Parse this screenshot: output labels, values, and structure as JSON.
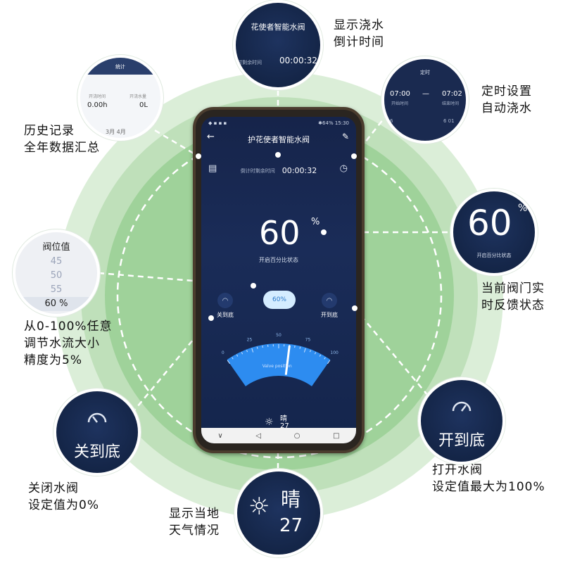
{
  "callouts": {
    "countdown": [
      "显示浇水",
      "倒计时间"
    ],
    "timer": [
      "定时设置",
      "自动浇水"
    ],
    "history": [
      "历史记录",
      "全年数据汇总"
    ],
    "status": [
      "当前阀门实",
      "时反馈状态"
    ],
    "adjust": [
      "从0-100%任意",
      "调节水流大小",
      "精度为5%"
    ],
    "open": [
      "打开水阀",
      "设定值最大为100%"
    ],
    "close": [
      "关闭水阀",
      "设定值为0%"
    ],
    "weather": [
      "显示当地",
      "天气情况"
    ]
  },
  "phone": {
    "status_left": "◆ ▪ ▪ ▪",
    "status_right": "✱64% 15:30",
    "title": "护花使者智能水阀",
    "countdown_label": "倒计时剩余时间",
    "countdown_value": "00:00:32",
    "open_percent": "60",
    "percent_sign": "%",
    "open_status_label": "开启百分比状态",
    "close_label": "关到底",
    "open_label": "开到底",
    "pill_value": "60%",
    "gauge_ticks": [
      "0",
      "25",
      "50",
      "75",
      "100"
    ],
    "gauge_caption": "Valve position",
    "weather_condition": "晴",
    "weather_temp": "27",
    "gauge_value": 60
  },
  "bubbles": {
    "countdown": {
      "title": "花使者智能水阀",
      "label": "时剩余时间",
      "value": "00:00:32"
    },
    "timer": {
      "header": "定时",
      "start_time": "07:00",
      "end_time": "07:02",
      "start_label": "开始时间",
      "end_label": "结束时间",
      "row_a": "6",
      "row_b": "6 01"
    },
    "history": {
      "header": "统计",
      "label_a": "开浇时间",
      "label_b": "开浇水量",
      "value_a": "0.00h",
      "value_b": "0L",
      "months": "3月   4月"
    },
    "status": {
      "value": "60",
      "percent_sign": "%",
      "label": "开启百分比状态"
    },
    "valve": {
      "header": "阀位值",
      "values": [
        "45",
        "50",
        "55",
        "60 %"
      ]
    },
    "close": {
      "label": "关到底"
    },
    "open": {
      "label": "开到底"
    },
    "weather": {
      "condition": "晴",
      "temp": "27"
    }
  },
  "colors": {
    "ring_outer": "#c9e3c5",
    "ring_mid": "#a9d4a3",
    "ring_inner": "#8fc98a",
    "screen_bg": "#16244a",
    "gauge_blue": "#2d8cf0",
    "accent_light": "#d4ecff"
  }
}
